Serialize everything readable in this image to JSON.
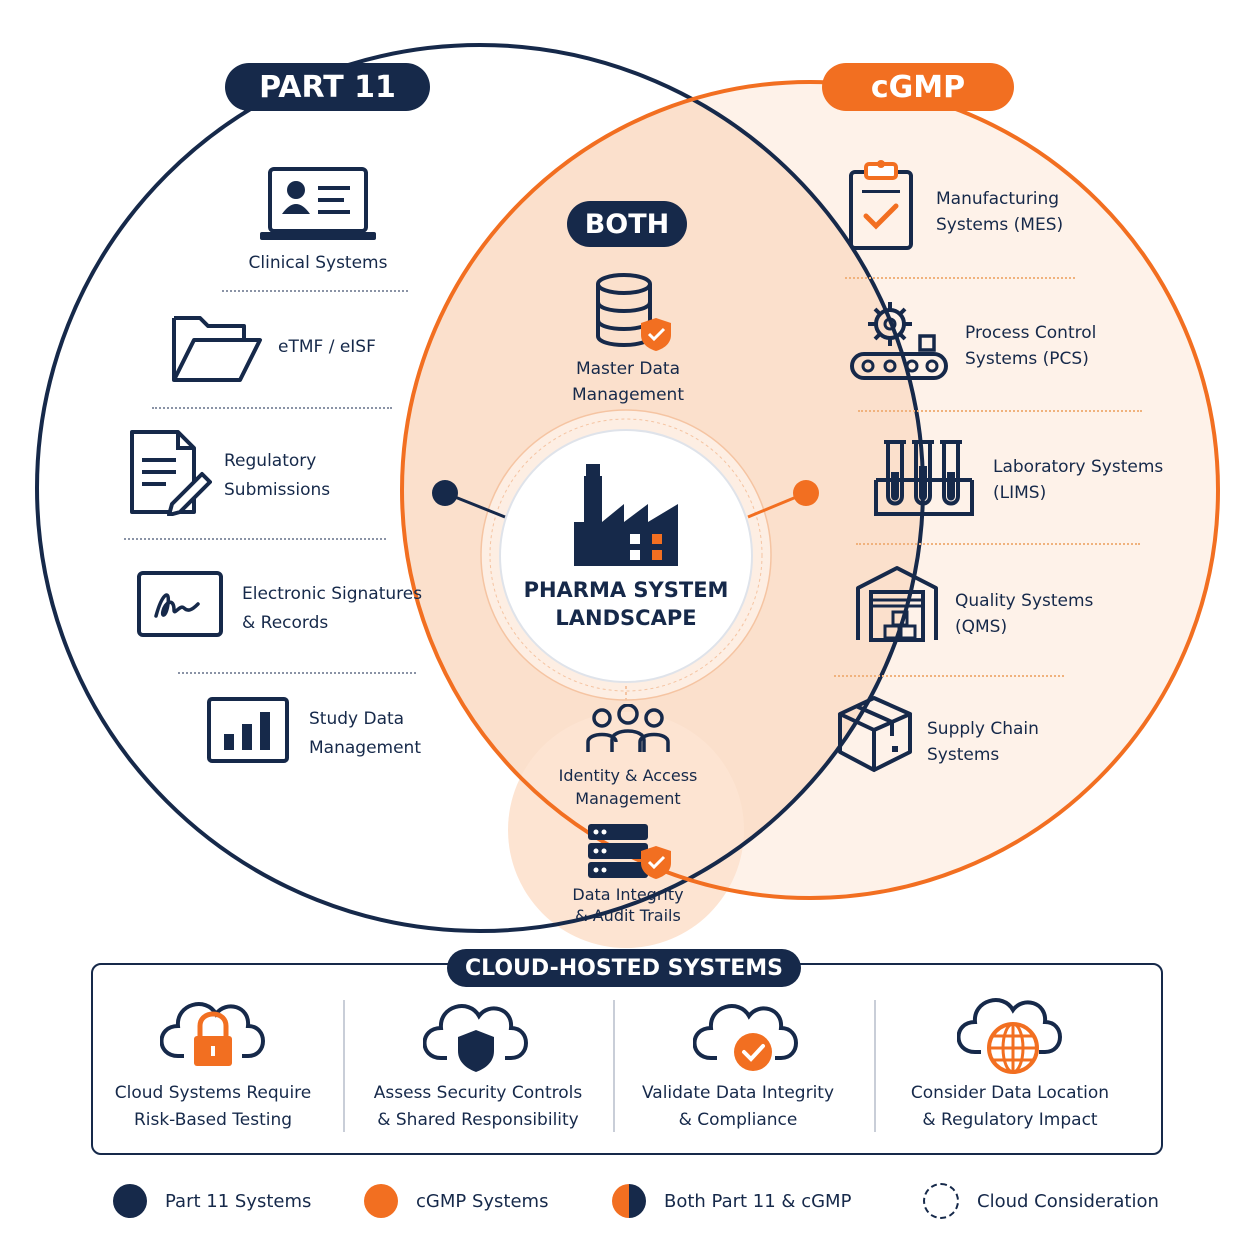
{
  "part11": {
    "title": "PART 11",
    "items": [
      {
        "label": "Clinical Systems",
        "icon": "laptop-id-card-icon"
      },
      {
        "label": "eTMF / eISF",
        "icon": "folder-icon"
      },
      {
        "label": "Regulatory\nSubmissions",
        "icon": "document-pen-icon"
      },
      {
        "label": "Electronic Signatures\n& Records",
        "icon": "signature-icon"
      },
      {
        "label": "Study Data\nManagement",
        "icon": "bar-chart-icon"
      }
    ]
  },
  "cgmp": {
    "title": "cGMP",
    "items": [
      {
        "label": "Manufacturing\nSystems (MES)",
        "icon": "clipboard-check-icon"
      },
      {
        "label": "Process Control\nSystems (PCS)",
        "icon": "gear-conveyor-icon"
      },
      {
        "label": "Laboratory Systems\n(LIMS)",
        "icon": "test-tubes-icon"
      },
      {
        "label": "Quality Systems\n(QMS)",
        "icon": "warehouse-icon"
      },
      {
        "label": "Supply Chain\nSystems",
        "icon": "box-icon"
      }
    ]
  },
  "both": {
    "title": "BOTH",
    "items": [
      {
        "label": "Master Data\nManagement",
        "icon": "database-shield-icon"
      },
      {
        "label": "Identity & Access\nManagement",
        "icon": "users-icon"
      },
      {
        "label": "Data Integrity\n& Audit Trails",
        "icon": "server-shield-icon"
      }
    ]
  },
  "center": {
    "title": "PHARMA SYSTEM\nLANDSCAPE",
    "icon": "factory-icon"
  },
  "cloud": {
    "title": "CLOUD-HOSTED SYSTEMS",
    "items": [
      {
        "label": "Cloud Systems Require\nRisk-Based Testing",
        "icon": "cloud-lock-icon"
      },
      {
        "label": "Assess Security Controls\n& Shared Responsibility",
        "icon": "cloud-shield-icon"
      },
      {
        "label": "Validate Data Integrity\n& Compliance",
        "icon": "cloud-check-icon"
      },
      {
        "label": "Consider Data Location\n& Regulatory Impact",
        "icon": "cloud-globe-icon"
      }
    ]
  },
  "legend": [
    {
      "label": "Part 11 Systems",
      "color": "#16294a"
    },
    {
      "label": "cGMP Systems",
      "color": "#f26f21"
    },
    {
      "label": "Both Part 11 & cGMP",
      "color": "split"
    },
    {
      "label": "Cloud Consideration",
      "color": "dashed"
    }
  ],
  "colors": {
    "navy": "#16294a",
    "orange": "#f26f21",
    "peach": "#fdece0"
  }
}
